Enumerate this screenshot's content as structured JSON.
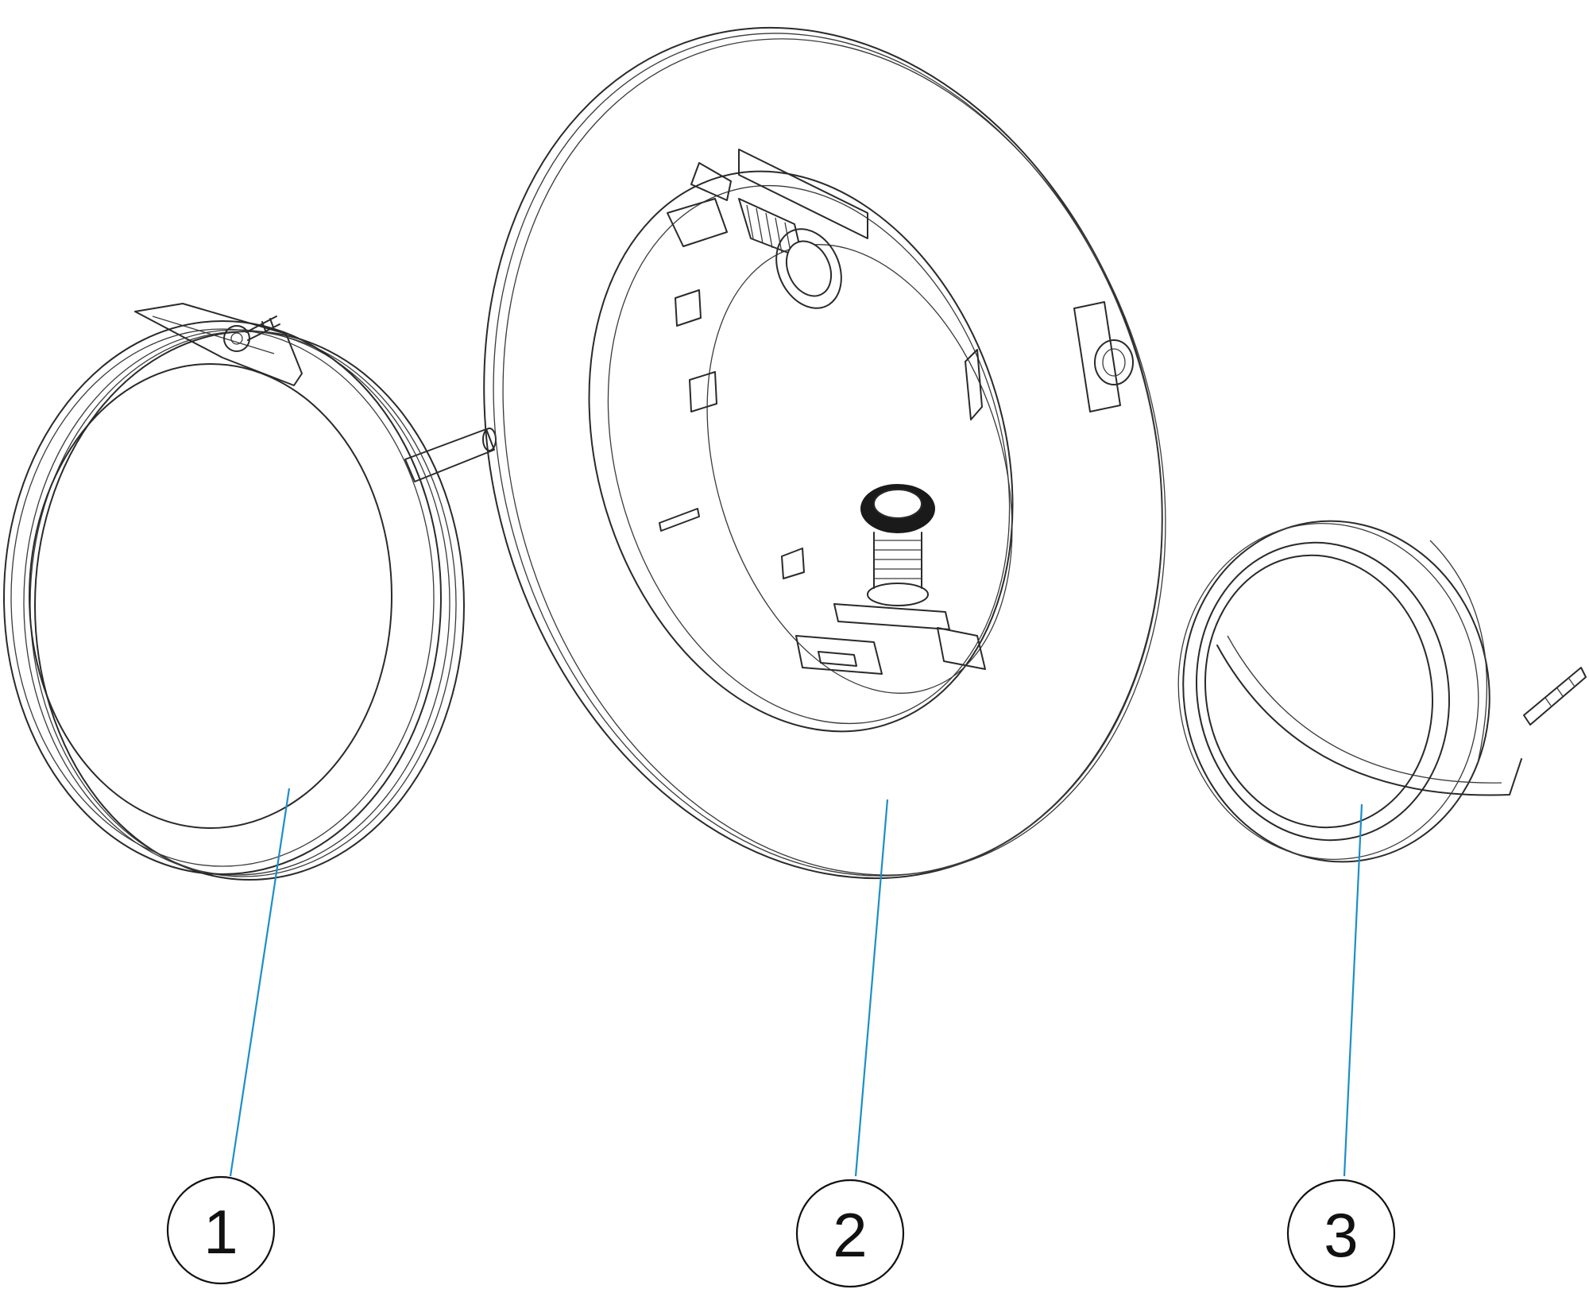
{
  "colors": {
    "background": "#ffffff",
    "line": "#2a2a2a",
    "leader": "#1a8fc9"
  },
  "callouts": [
    {
      "label": "1"
    },
    {
      "label": "2"
    },
    {
      "label": "3"
    }
  ]
}
